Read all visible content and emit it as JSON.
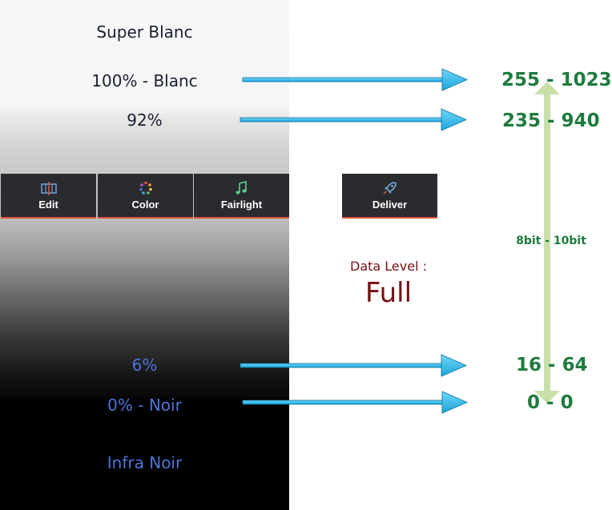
{
  "levels_left": {
    "super_white": "Super Blanc",
    "white_100": "100% - Blanc",
    "pct_92": "92%",
    "pct_6": "6%",
    "black_0": "0% - Noir",
    "infra_black": "Infra Noir"
  },
  "page_tabs": [
    {
      "label": "Edit",
      "icon": "film-edit-icon"
    },
    {
      "label": "Color",
      "icon": "color-wheel-icon"
    },
    {
      "label": "Fairlight",
      "icon": "music-note-icon"
    },
    {
      "label": "Deliver",
      "icon": "rocket-icon"
    }
  ],
  "levels_right": {
    "white_100": "255 - 1023",
    "pct_92": "235 - 940",
    "pct_6": "16 - 64",
    "black_0": "0 - 0"
  },
  "bit_depth_label": "8bit - 10bit",
  "data_level": {
    "label": "Data Level :",
    "value": "Full"
  },
  "colors": {
    "arrow": "#2ab8ea",
    "value_green": "#1e7b3e",
    "range_arrow": "#c8e0a8",
    "data_level_red": "#7a1010",
    "tab_bg": "#2a2b2f",
    "tab_underline": "#e0523b"
  }
}
